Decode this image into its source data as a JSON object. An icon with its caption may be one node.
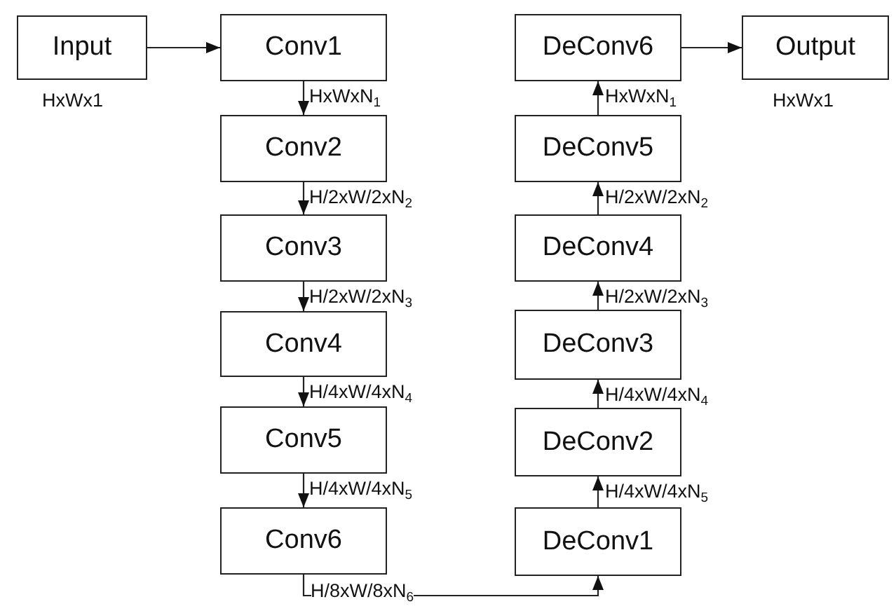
{
  "diagram": {
    "nodes": [
      {
        "text": [
          "Input"
        ],
        "beside": [
          "HxWx1"
        ]
      },
      {
        "text": [
          "Conv1"
        ]
      },
      {
        "text": [
          "Conv2"
        ]
      },
      {
        "text": [
          "Conv3"
        ]
      },
      {
        "text": [
          "Conv4"
        ]
      },
      {
        "text": [
          "Conv5"
        ]
      },
      {
        "text": [
          "Conv6"
        ]
      },
      {
        "text": [
          "DeConv1"
        ]
      },
      {
        "text": [
          "DeConv2"
        ]
      },
      {
        "text": [
          "DeConv3"
        ]
      },
      {
        "text": [
          "DeConv4"
        ]
      },
      {
        "text": [
          "DeConv5"
        ]
      },
      {
        "text": [
          "DeConv6"
        ]
      },
      {
        "text": [
          "Output"
        ],
        "beside": [
          "HxWx1"
        ]
      }
    ],
    "edges": [
      {
        "from": 0,
        "to": 1,
        "arrow": "to"
      },
      {
        "from": 1,
        "to": 2,
        "arrow": "to",
        "label": "HxWxN$_{1}$"
      },
      {
        "from": 2,
        "to": 3,
        "arrow": "to",
        "label": "H/2xW/2xN$_{2}$"
      },
      {
        "from": 3,
        "to": 4,
        "arrow": "to",
        "label": "H/2xW/2xN$_{3}$"
      },
      {
        "from": 4,
        "to": 5,
        "arrow": "to",
        "label": "H/4xW/4xN$_{4}$"
      },
      {
        "from": 5,
        "to": 6,
        "arrow": "to",
        "label": "H/4xW/4xN$_{5}$"
      },
      {
        "from": 6,
        "to": 7,
        "arrow": "to",
        "label": "H/8xW/8xN$_{6}$"
      },
      {
        "from": 7,
        "to": 8,
        "arrow": "to",
        "label": "H/4xW/4xN$_{5}$"
      },
      {
        "from": 8,
        "to": 9,
        "arrow": "to",
        "label": "H/4xW/4xN$_{4}$"
      },
      {
        "from": 9,
        "to": 10,
        "arrow": "to",
        "label": "H/2xW/2xN$_{3}$"
      },
      {
        "from": 10,
        "to": 11,
        "arrow": "to",
        "label": "H/2xW/2xN$_{2}$"
      },
      {
        "from": 11,
        "to": 12,
        "arrow": "to",
        "label": "HxWxN$_{1}$"
      },
      {
        "from": 12,
        "to": 13,
        "arrow": "to"
      }
    ]
  }
}
